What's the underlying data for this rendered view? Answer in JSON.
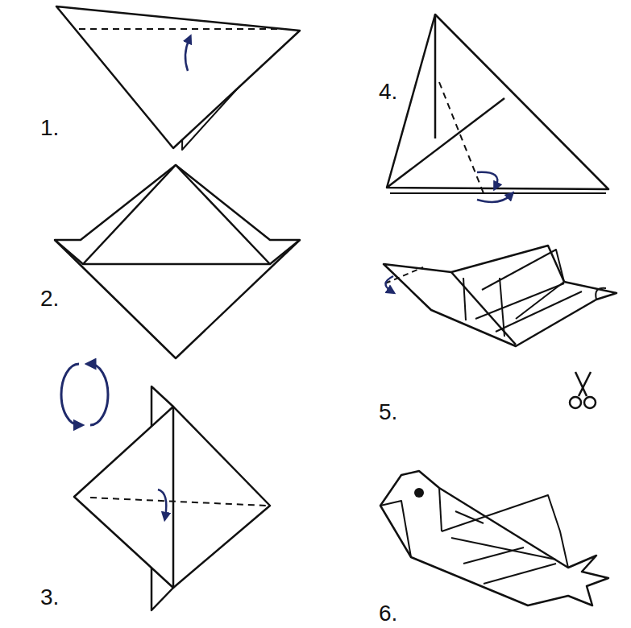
{
  "diagram": {
    "labels": [
      "1.",
      "2.",
      "3.",
      "4.",
      "5.",
      "6."
    ]
  }
}
